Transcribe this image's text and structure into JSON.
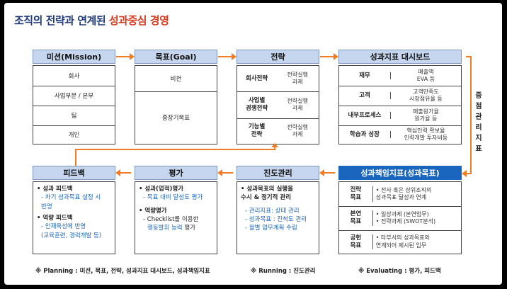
{
  "title": {
    "main": "조직의 전략과 연계된 ",
    "highlight": "성과중심 경영"
  },
  "mission": {
    "header": "미션(Mission)",
    "rows": [
      "회사",
      "사업부문 / 본부",
      "팀",
      "개인"
    ]
  },
  "goal": {
    "header": "목표(Goal)",
    "rows": [
      "비전",
      "중장기목표"
    ]
  },
  "strategy": {
    "header": "전략",
    "rows": [
      {
        "left": "회사전략",
        "right": "전략실행\n과제"
      },
      {
        "left": "사업별\n경쟁전략",
        "right": "전략실행\n과제"
      },
      {
        "left": "기능별\n전략",
        "right": "전략실행\n과제"
      }
    ]
  },
  "dashboard": {
    "header": "성과지표 대시보드",
    "rows": [
      {
        "left": "재무",
        "right": "매출액\nEVA 등"
      },
      {
        "left": "고객",
        "right": "고객만족도\n시장점유율 등"
      },
      {
        "left": "내부프로세스",
        "right": "매출원가율\n원가율 등"
      },
      {
        "left": "학습과 성장",
        "right": "핵심인력 확보율\n인력개발 투자비등"
      }
    ]
  },
  "side_label": "중\n점\n관\n리\n지\n표",
  "responsibility": {
    "header": "성과책임지표(성과목표)",
    "rows": [
      {
        "left": "전략\n목표",
        "right": "• 전사 혹은 상위조직의\n성과목표 달성과 연계"
      },
      {
        "left": "본연\n목표",
        "right": "• 일상과제 (본연업무)\n• 전략과제 (SWOT분석)"
      },
      {
        "left": "공헌\n목표",
        "right": "• 타부서의 성과목표와\n연계되어 제시된 임무"
      }
    ]
  },
  "progress": {
    "header": "진도관리",
    "lead": "• 성과목표의 실행을\n수시 & 정기적 관리",
    "subs": [
      "- 관리지표: 상태 관리",
      "- 성과목표 : 진척도 관리",
      "- 월별 업무계획 수립"
    ]
  },
  "evaluation": {
    "header": "평가",
    "b1": "• 성과(업적)평가",
    "b1s": "- 목표 대비 달성도 평가",
    "b2": "• 역량평가",
    "b2s_a": "- Checklist를 이용한",
    "b2s_b": "행동발휘 능력",
    "b2s_c": " 평가"
  },
  "feedback": {
    "header": "피드백",
    "b1": "• 성과 피드백",
    "b1s": "- 차기 성과목표 설정 시\n반영",
    "b2": "• 역량 피드백",
    "b2s": "- 인재육성에 반영\n(교육훈련, 경력개발 등)"
  },
  "notes": [
    "※ Planning : 미션, 목표, 전략, 성과지표 대시보드, 성과책임지표",
    "※ Running : 진도관리",
    "※ Evaluating : 평가, 피드백"
  ],
  "colors": {
    "header_bg": "#c5d6ee",
    "accent_blue": "#1a66bf",
    "arrow": "#f07c23",
    "title": "#1f3a78",
    "highlight": "#d63a1d"
  }
}
